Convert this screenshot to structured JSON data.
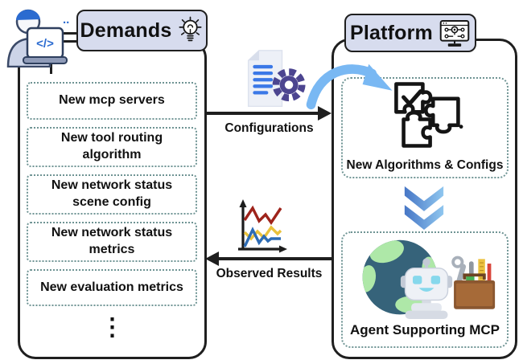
{
  "colors": {
    "panel_border": "#1f1f1f",
    "header_bg": "#d7dcee",
    "dotted_border": "#6f9494",
    "accent_blue": "#79b8f3",
    "gear_purple": "#4c4590",
    "doc_line_blue": "#3b78e7",
    "chart_red": "#9e231b",
    "chart_yellow": "#e9c23c",
    "chart_blue": "#2d6cb5",
    "chevron_dark": "#4777c6",
    "chevron_light": "#8fc6ef",
    "globe_ocean": "#36637a",
    "globe_land": "#aee8a8",
    "toolbox_brown": "#8a5730"
  },
  "demands": {
    "title": "Demands",
    "items": [
      "New mcp servers",
      "New tool routing algorithm",
      "New network status scene config",
      "New network status metrics",
      "New evaluation metrics"
    ],
    "ellipsis": "⋮",
    "dev_laptop_code": "</>"
  },
  "platform": {
    "title": "Platform",
    "algorithms_label": "New Algorithms & Configs",
    "agent_label": "Agent Supporting MCP"
  },
  "flows": {
    "configurations": "Configurations",
    "observed_results": "Observed Results"
  },
  "icons": {
    "developer": "developer-at-laptop",
    "idea": "lightbulb",
    "platform": "monitor-circuit",
    "configurations": "document-gear",
    "transfer": "curved-arrow",
    "algorithms": "puzzle-pieces-check",
    "step": "double-chevron-down",
    "agent": "globe-robot-toolbox",
    "results": "line-chart"
  }
}
